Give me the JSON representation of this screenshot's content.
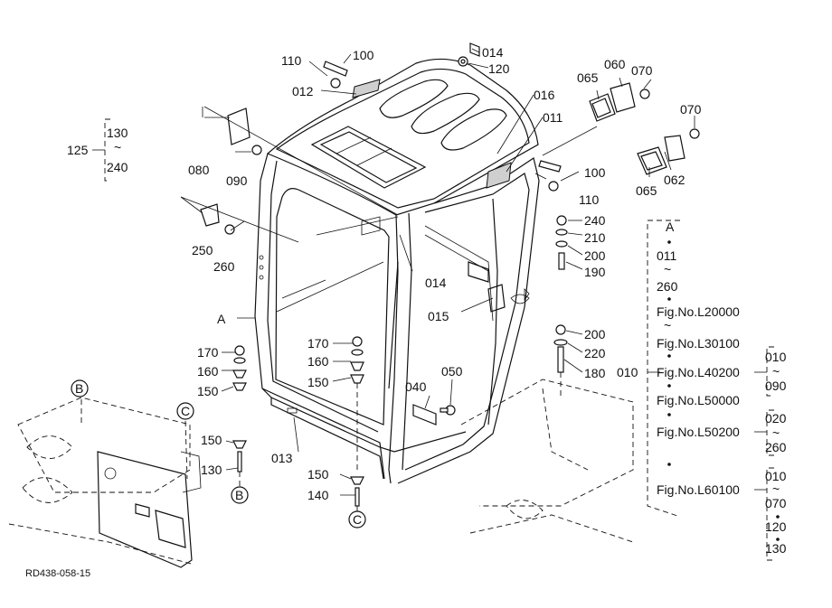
{
  "drawing_code": "RD438-058-15",
  "callouts": {
    "p110a": "110",
    "p100a": "100",
    "p012": "012",
    "p014a": "014",
    "p120": "120",
    "p016": "016",
    "p011": "011",
    "p065a": "065",
    "p060": "060",
    "p070a": "070",
    "p070b": "070",
    "p125": "125",
    "r130": "130",
    "r240": "240",
    "p080": "080",
    "p090": "090",
    "p100b": "100",
    "p110b": "110",
    "p065b": "065",
    "p062": "062",
    "p250": "250",
    "p260": "260",
    "p240": "240",
    "p210": "210",
    "p200a": "200",
    "p190": "190",
    "p014b": "014",
    "p015": "015",
    "pA": "A",
    "p200b": "200",
    "p220": "220",
    "p180": "180",
    "p170a": "170",
    "p160a": "160",
    "p150a": "150",
    "p170b": "170",
    "p160b": "160",
    "p150b": "150",
    "p050": "050",
    "p040": "040",
    "p150c": "150",
    "p130": "130",
    "p013": "013",
    "p150d": "150",
    "p140": "140",
    "refB1": "B",
    "refB2": "B",
    "refC1": "C",
    "refC2": "C",
    "tilde": "~"
  },
  "legend": {
    "head": "A",
    "r1": "011",
    "r2": "260",
    "p010": "010",
    "models": [
      "Fig.No.L20000",
      "Fig.No.L30100",
      "Fig.No.L40200",
      "Fig.No.L50000",
      "Fig.No.L50200",
      "Fig.No.L60100"
    ],
    "g1_top": "010",
    "g1_bot": "090",
    "g2_top": "020",
    "g2_bot": "260",
    "g3": [
      "010",
      "070",
      "120",
      "130"
    ]
  }
}
